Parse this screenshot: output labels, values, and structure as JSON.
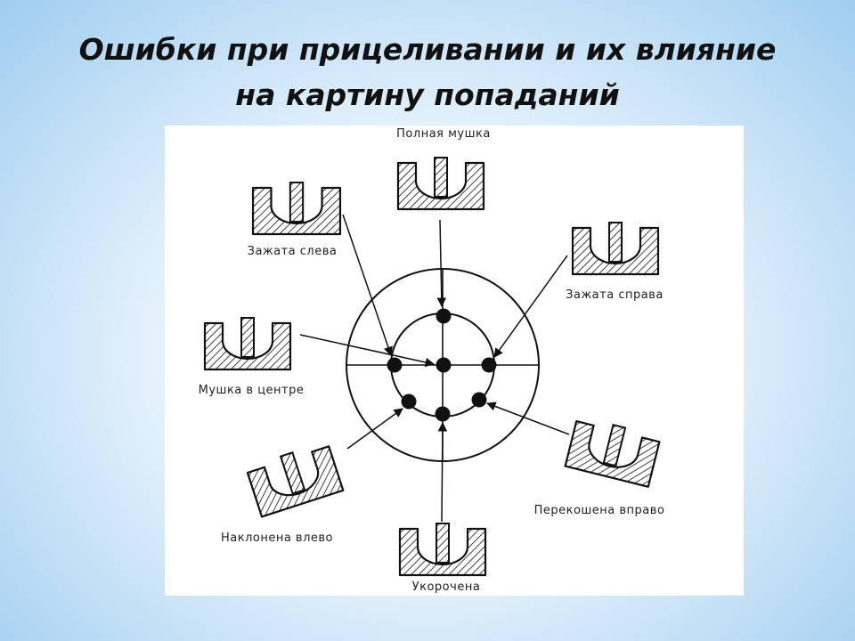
{
  "slide": {
    "title_line1": "Ошибки при прицеливании и их влияние",
    "title_line2": "на картину попаданий"
  },
  "diagram": {
    "labels": {
      "full_sight": "Полная мушка",
      "clamped_left": "Зажата слева",
      "clamped_right": "Зажата справа",
      "centered": "Мушка в центре",
      "tilted_left": "Наклонена влево",
      "tilted_right": "Перекошена вправо",
      "shortened": "Укорочена"
    },
    "icons": {
      "full_sight": "rear-sight-full-icon",
      "clamped_left": "rear-sight-clamped-left-icon",
      "clamped_right": "rear-sight-clamped-right-icon",
      "centered": "rear-sight-centered-icon",
      "tilted_left": "rear-sight-tilted-left-icon",
      "tilted_right": "rear-sight-tilted-right-icon",
      "shortened": "rear-sight-shortened-icon"
    },
    "colors": {
      "ink": "#111111",
      "panel": "#ffffff"
    }
  }
}
